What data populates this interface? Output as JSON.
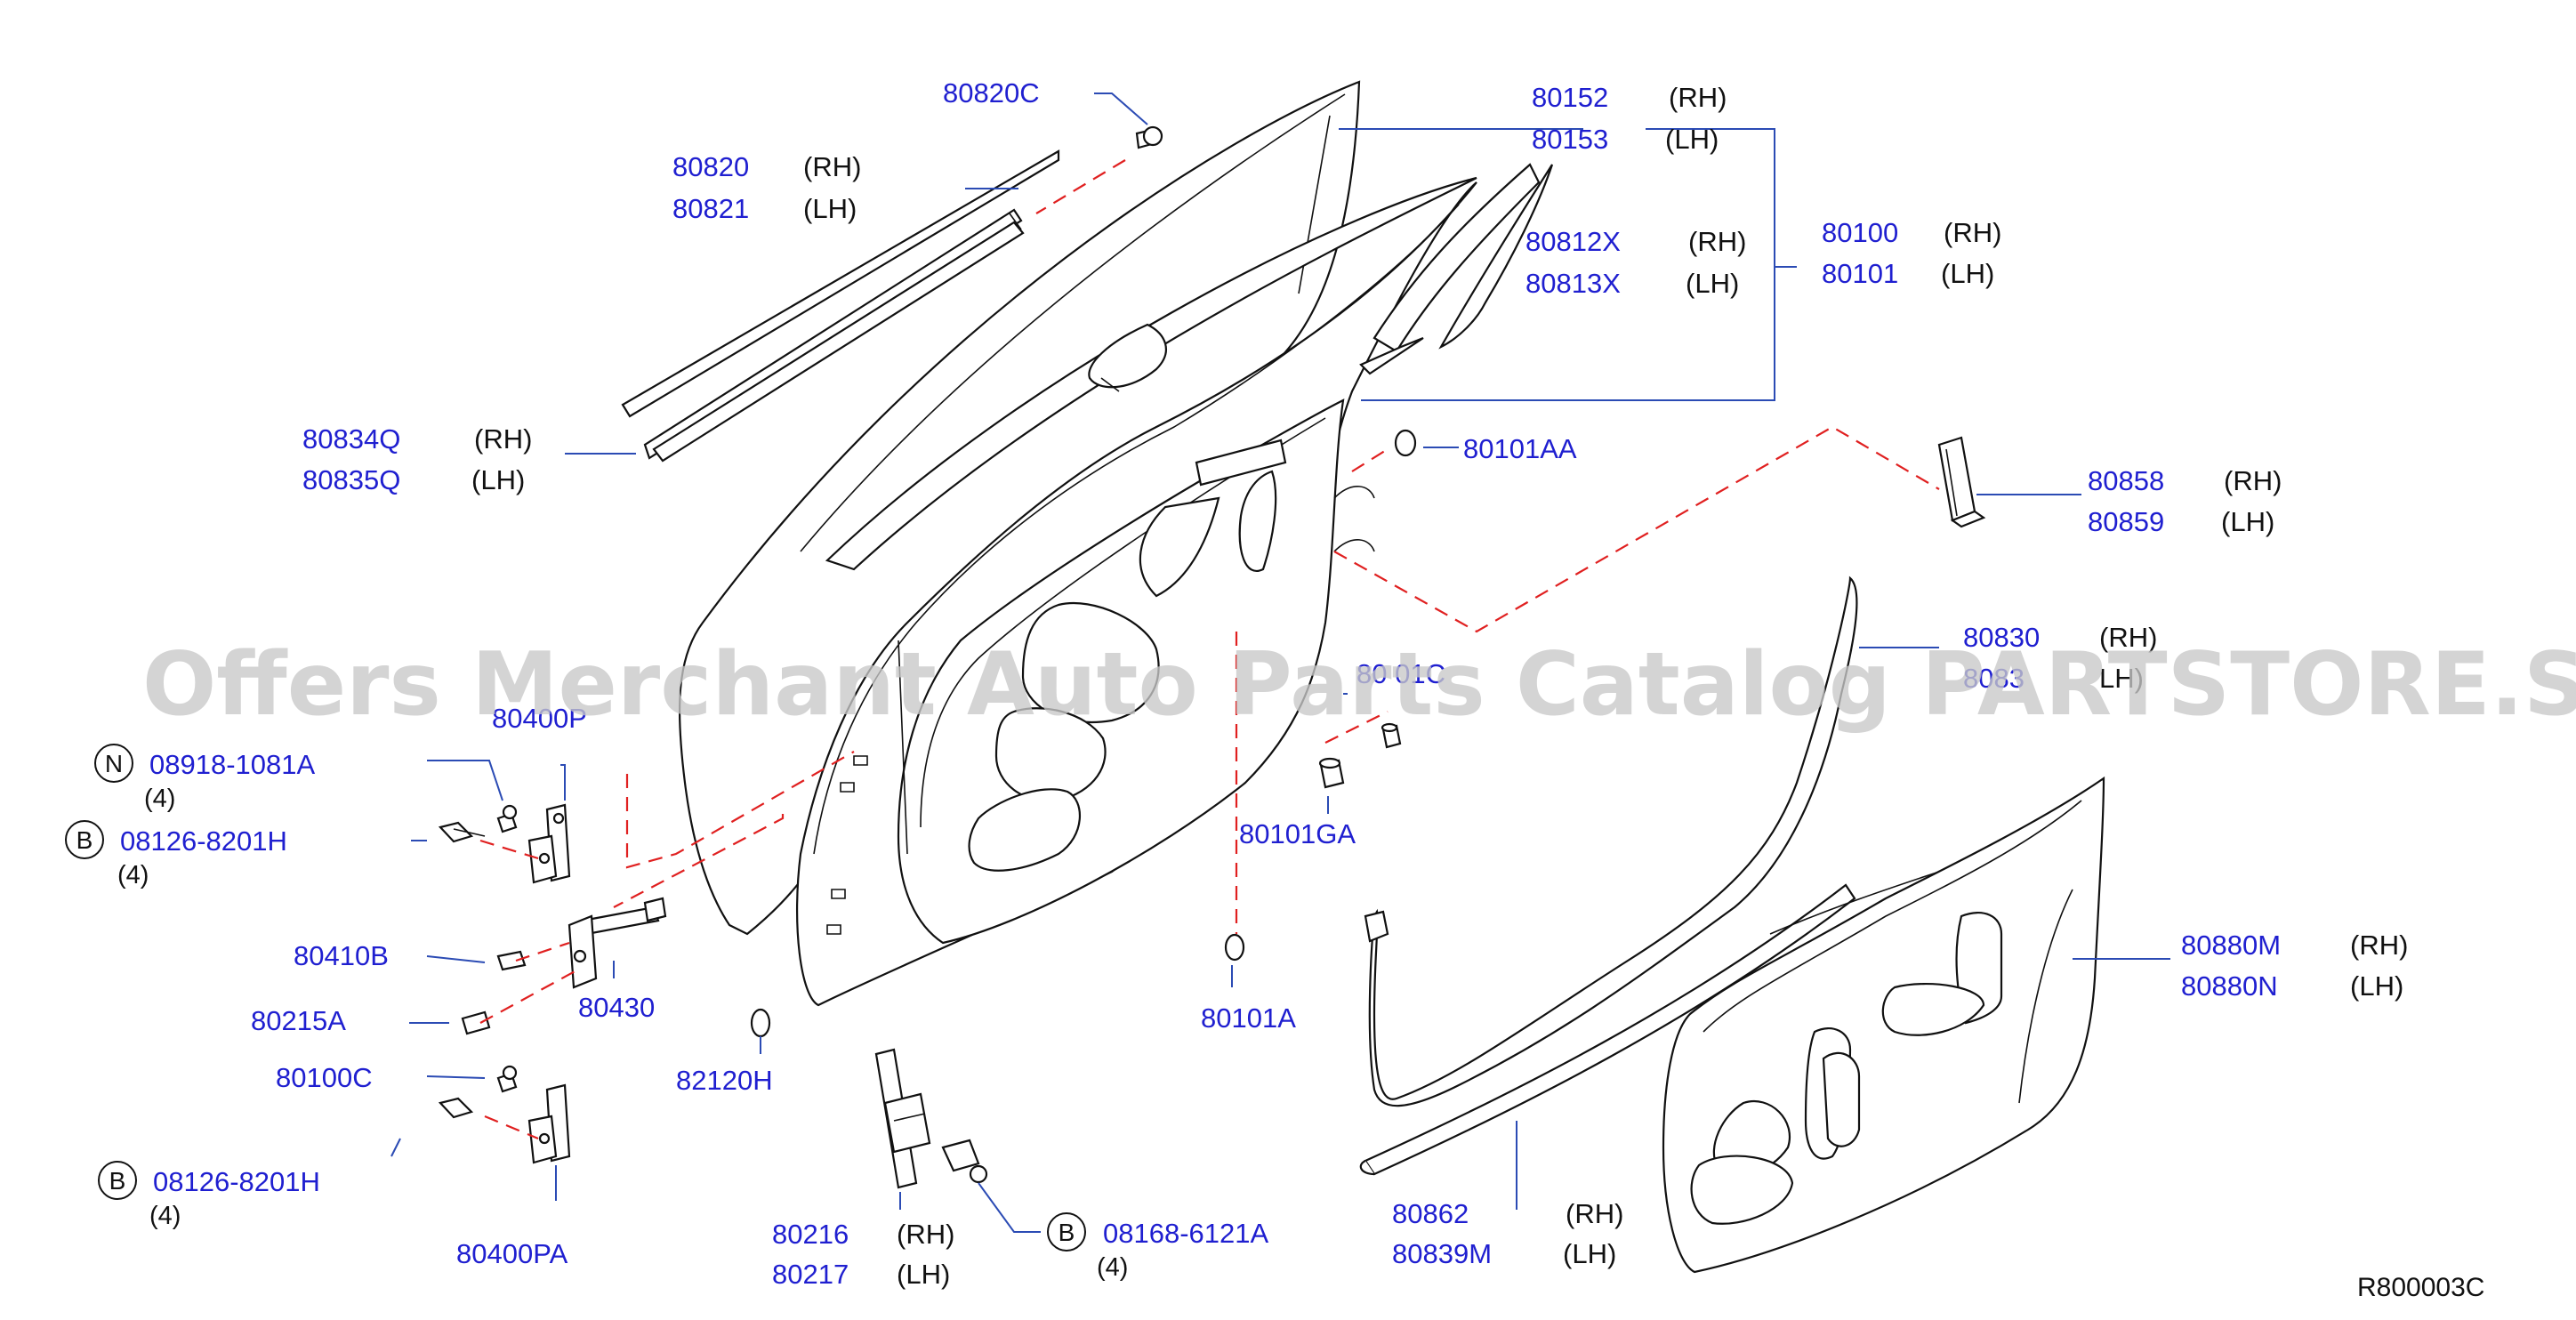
{
  "watermark": "Offers Merchant Auto Parts Catalog PARTSTORE.SA",
  "catalog_code": "R800003C",
  "callouts": {
    "c_80820C": {
      "part": "80820C"
    },
    "c_80820": {
      "part": "80820",
      "side": "(RH)"
    },
    "c_80821": {
      "part": "80821",
      "side": "(LH)"
    },
    "c_80152": {
      "part": "80152",
      "side": "(RH)"
    },
    "c_80153": {
      "part": "80153",
      "side": "(LH)"
    },
    "c_80812X": {
      "part": "80812X",
      "side": "(RH)"
    },
    "c_80813X": {
      "part": "80813X",
      "side": "(LH)"
    },
    "c_80100": {
      "part": "80100",
      "side": "(RH)"
    },
    "c_80101": {
      "part": "80101",
      "side": "(LH)"
    },
    "c_80834Q": {
      "part": "80834Q",
      "side": "(RH)"
    },
    "c_80835Q": {
      "part": "80835Q",
      "side": "(LH)"
    },
    "c_80101AA": {
      "part": "80101AA"
    },
    "c_80858": {
      "part": "80858",
      "side": "(RH)"
    },
    "c_80859": {
      "part": "80859",
      "side": "(LH)"
    },
    "c_80830": {
      "part": "80830",
      "side": "(RH)"
    },
    "c_80831": {
      "part": "8083",
      "side": "LH)"
    },
    "c_80101C": {
      "part": "80  01C"
    },
    "c_80400P": {
      "part": "80400P"
    },
    "c_08918": {
      "part": "08918-1081A",
      "badge": "N",
      "qty": "(4)"
    },
    "c_08126a": {
      "part": "08126-8201H",
      "badge": "B",
      "qty": "(4)"
    },
    "c_80101GA": {
      "part": "80101GA"
    },
    "c_80410B": {
      "part": "80410B"
    },
    "c_80430": {
      "part": "80430"
    },
    "c_80215A": {
      "part": "80215A"
    },
    "c_80101A": {
      "part": "80101A"
    },
    "c_82120H": {
      "part": "82120H"
    },
    "c_80100C": {
      "part": "80100C"
    },
    "c_08126b": {
      "part": "08126-8201H",
      "badge": "B",
      "qty": "(4)"
    },
    "c_80400PA": {
      "part": "80400PA"
    },
    "c_80216": {
      "part": "80216",
      "side": "(RH)"
    },
    "c_80217": {
      "part": "80217",
      "side": "(LH)"
    },
    "c_08168": {
      "part": "08168-6121A",
      "badge": "B",
      "qty": "(4)"
    },
    "c_80862": {
      "part": "80862",
      "side": "(RH)"
    },
    "c_80839M": {
      "part": "80839M",
      "side": "(LH)"
    },
    "c_80880M": {
      "part": "80880M",
      "side": "(RH)"
    },
    "c_80880N": {
      "part": "80880N",
      "side": "(LH)"
    }
  }
}
